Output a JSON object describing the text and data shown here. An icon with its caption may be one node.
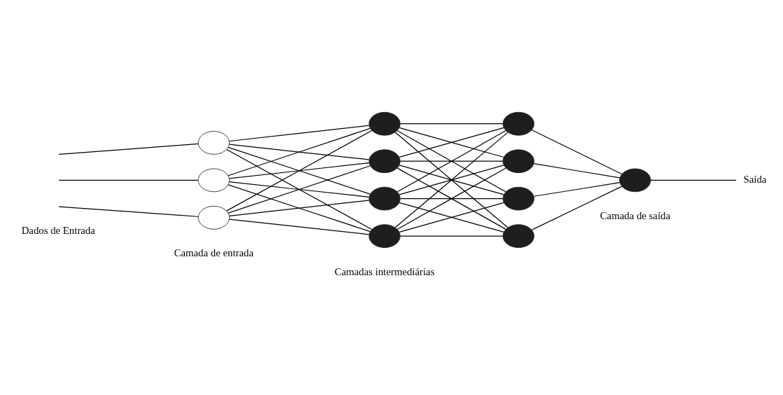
{
  "diagram": {
    "nodes": [
      {
        "text": [],
        "shape": "circle"
      },
      {
        "text": [],
        "shape": "circle"
      },
      {
        "text": [],
        "shape": "circle"
      },
      {
        "text": [],
        "shape": "circle"
      },
      {
        "text": [],
        "shape": "circle"
      },
      {
        "text": [],
        "shape": "circle"
      },
      {
        "text": [],
        "shape": "circle"
      },
      {
        "text": [],
        "shape": "circle"
      },
      {
        "text": [],
        "shape": "circle"
      },
      {
        "text": [],
        "shape": "circle"
      },
      {
        "text": [],
        "shape": "circle"
      },
      {
        "text": [],
        "shape": "circle"
      },
      {
        "text": [
          "Saída"
        ]
      }
    ],
    "edges": [
      {
        "from": null,
        "to": 0,
        "arrow": "none"
      },
      {
        "from": null,
        "to": 1,
        "arrow": "none"
      },
      {
        "from": null,
        "to": 2,
        "arrow": "none"
      },
      {
        "from": 0,
        "to": 3,
        "arrow": "none"
      },
      {
        "from": 0,
        "to": 4,
        "arrow": "none"
      },
      {
        "from": 0,
        "to": 5,
        "arrow": "none"
      },
      {
        "from": 0,
        "to": 6,
        "arrow": "none"
      },
      {
        "from": 1,
        "to": 3,
        "arrow": "none"
      },
      {
        "from": 1,
        "to": 4,
        "arrow": "none"
      },
      {
        "from": 1,
        "to": 5,
        "arrow": "none"
      },
      {
        "from": 1,
        "to": 6,
        "arrow": "none"
      },
      {
        "from": 2,
        "to": 3,
        "arrow": "none"
      },
      {
        "from": 2,
        "to": 4,
        "arrow": "none"
      },
      {
        "from": 2,
        "to": 5,
        "arrow": "none"
      },
      {
        "from": 2,
        "to": 6,
        "arrow": "none"
      },
      {
        "from": 3,
        "to": 7,
        "arrow": "none"
      },
      {
        "from": 3,
        "to": 8,
        "arrow": "none"
      },
      {
        "from": 3,
        "to": 9,
        "arrow": "none"
      },
      {
        "from": 3,
        "to": 10,
        "arrow": "none"
      },
      {
        "from": 4,
        "to": 7,
        "arrow": "none"
      },
      {
        "from": 4,
        "to": 8,
        "arrow": "none"
      },
      {
        "from": 4,
        "to": 9,
        "arrow": "none"
      },
      {
        "from": 4,
        "to": 10,
        "arrow": "none"
      },
      {
        "from": 5,
        "to": 7,
        "arrow": "none"
      },
      {
        "from": 5,
        "to": 8,
        "arrow": "none"
      },
      {
        "from": 5,
        "to": 9,
        "arrow": "none"
      },
      {
        "from": 5,
        "to": 10,
        "arrow": "none"
      },
      {
        "from": 6,
        "to": 7,
        "arrow": "none"
      },
      {
        "from": 6,
        "to": 8,
        "arrow": "none"
      },
      {
        "from": 6,
        "to": 9,
        "arrow": "none"
      },
      {
        "from": 6,
        "to": 10,
        "arrow": "none"
      },
      {
        "from": 7,
        "to": 11,
        "arrow": "none"
      },
      {
        "from": 8,
        "to": 11,
        "arrow": "none"
      },
      {
        "from": 9,
        "to": 11,
        "arrow": "none"
      },
      {
        "from": 10,
        "to": 11,
        "arrow": "none"
      },
      {
        "from": 11,
        "to": 12,
        "arrow": "none"
      }
    ],
    "labels": [
      "Dados de Entrada",
      "Camada de entrada",
      "Camadas intermediárias",
      "Camada de saída"
    ]
  }
}
